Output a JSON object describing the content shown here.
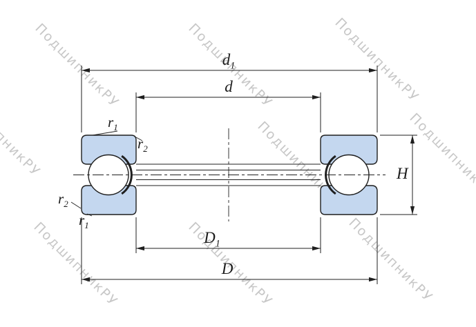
{
  "colors": {
    "washer_fill": "#c4d7ef",
    "line": "#1f1f1f",
    "watermark": "#c7c7c7",
    "ball_fill": "#ffffff"
  },
  "watermark": {
    "text": "ПодшипникРУ"
  },
  "dims": {
    "d1": {
      "base": "d",
      "sub": "1"
    },
    "d": {
      "base": "d"
    },
    "D1": {
      "base": "D",
      "sub": "1"
    },
    "D": {
      "base": "D"
    },
    "H": {
      "base": "H"
    }
  },
  "radii": {
    "r1_top": {
      "base": "r",
      "sub": "1"
    },
    "r2_top": {
      "base": "r",
      "sub": "2"
    },
    "r2_bottom": {
      "base": "r",
      "sub": "2"
    },
    "r1_bottom": {
      "base": "r",
      "sub": "1"
    }
  }
}
